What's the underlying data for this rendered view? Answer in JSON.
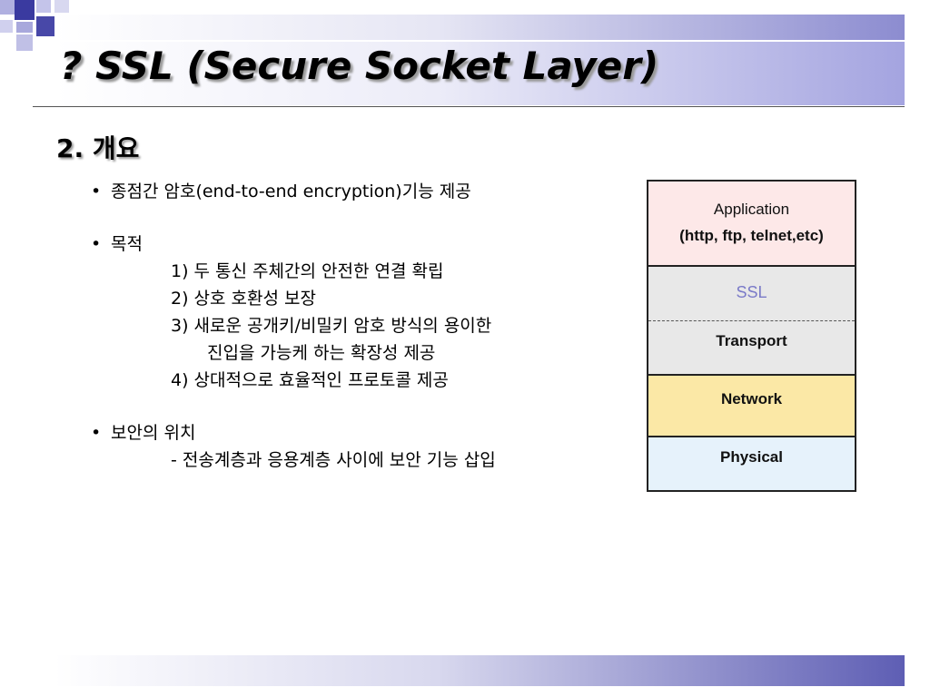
{
  "slide": {
    "title_glyph": "?",
    "title": "SSL (Secure Socket Layer)",
    "heading": "2. 개요",
    "bullet_mark": "•",
    "bullets": [
      {
        "text": "종점간 암호(end-to-end encryption)기능 제공"
      },
      {
        "text": "목적"
      },
      {
        "text": "보안의 위치"
      }
    ],
    "purposes": [
      "1) 두 통신 주체간의 안전한 연결 확립",
      "2) 상호 호환성 보장",
      "3) 새로운 공개키/비밀키 암호 방식의 용이한",
      "진입을 가능케 하는 확장성 제공",
      "4) 상대적으로 효율적인 프로토콜 제공"
    ],
    "location": "- 전송계층과 응용계층 사이에 보안 기능 삽입"
  },
  "stack": {
    "application_line1": "Application",
    "application_line2": "(http, ftp, telnet,etc)",
    "ssl": "SSL",
    "transport": "Transport",
    "network": "Network",
    "physical": "Physical"
  },
  "colors": {
    "application_bg": "#fde8e8",
    "ssl_bg": "#e8e8e8",
    "transport_bg": "#e8e8e8",
    "network_bg": "#fbe8a6",
    "physical_bg": "#e6f2fb",
    "ssl_text": "#7a7ac8",
    "accent_blue": "#3a3aa0"
  }
}
